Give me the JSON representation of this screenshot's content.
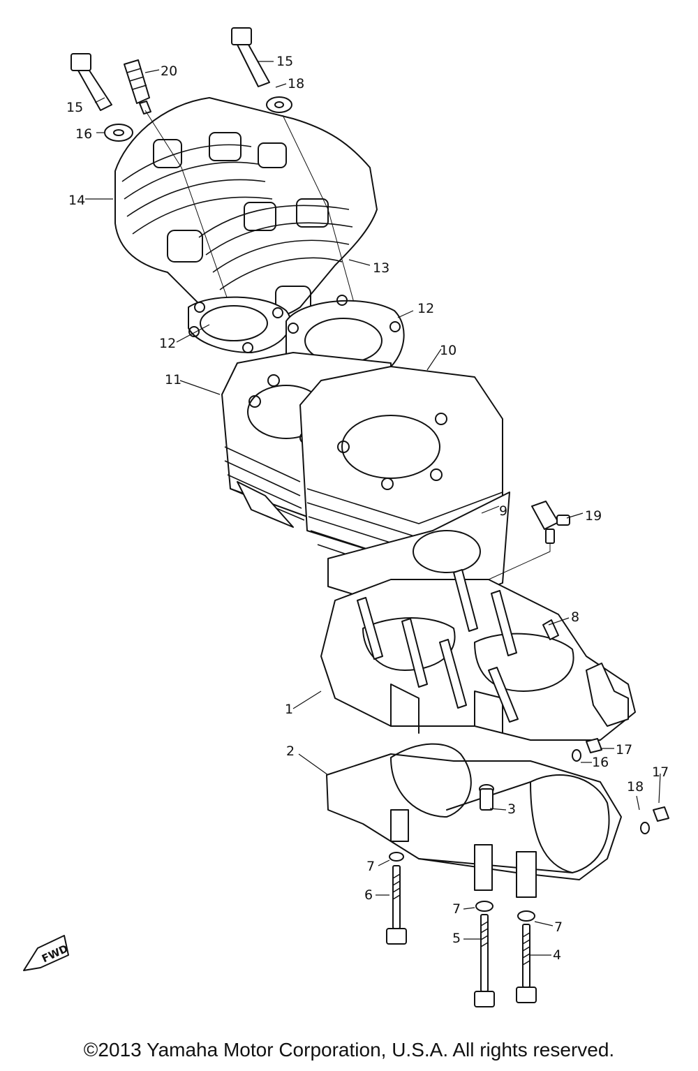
{
  "callouts": {
    "c1": "1",
    "c2": "2",
    "c3": "3",
    "c4": "4",
    "c5": "5",
    "c6": "6",
    "c7a": "7",
    "c7b": "7",
    "c7c": "7",
    "c8": "8",
    "c9": "9",
    "c10": "10",
    "c11": "11",
    "c12a": "12",
    "c12b": "12",
    "c13": "13",
    "c14": "14",
    "c15a": "15",
    "c15b": "15",
    "c16": "16",
    "c16b": "16",
    "c17a": "17",
    "c17b": "17",
    "c18a": "18",
    "c18b": "18",
    "c19": "19",
    "c20": "20"
  },
  "fwd_label": "FWD",
  "copyright": "©2013 Yamaha Motor Corporation, U.S.A. All rights reserved."
}
